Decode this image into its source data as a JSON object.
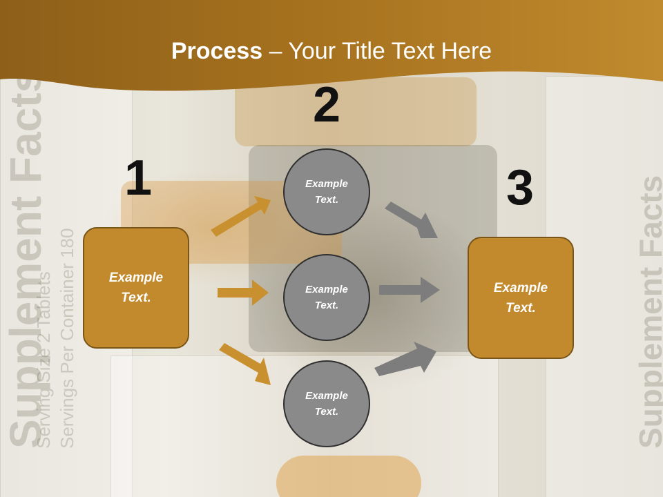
{
  "title": {
    "bold": "Process",
    "separator": " – ",
    "rest": "Your Title Text Here"
  },
  "numbers": [
    "1",
    "2",
    "3"
  ],
  "left_box": {
    "line1": "Example",
    "line2": "Text."
  },
  "right_box": {
    "line1": "Example",
    "line2": "Text."
  },
  "circles": [
    {
      "line1": "Example",
      "line2": "Text."
    },
    {
      "line1": "Example",
      "line2": "Text."
    },
    {
      "line1": "Example",
      "line2": "Text."
    }
  ],
  "background_text": {
    "left": "Supplement Facts",
    "right": "Supplement Facts",
    "serving": "Serving Size 2 Tablets",
    "container": "Servings Per Container 180"
  },
  "colors": {
    "band": "#b57d24",
    "box_fill": "#c28a2c",
    "box_border": "#7a5518",
    "circle_fill": "#8a8a8a",
    "circle_border": "#2f2f2f",
    "arrow_orange": "#c99030",
    "arrow_gray": "#7d7d7d"
  }
}
